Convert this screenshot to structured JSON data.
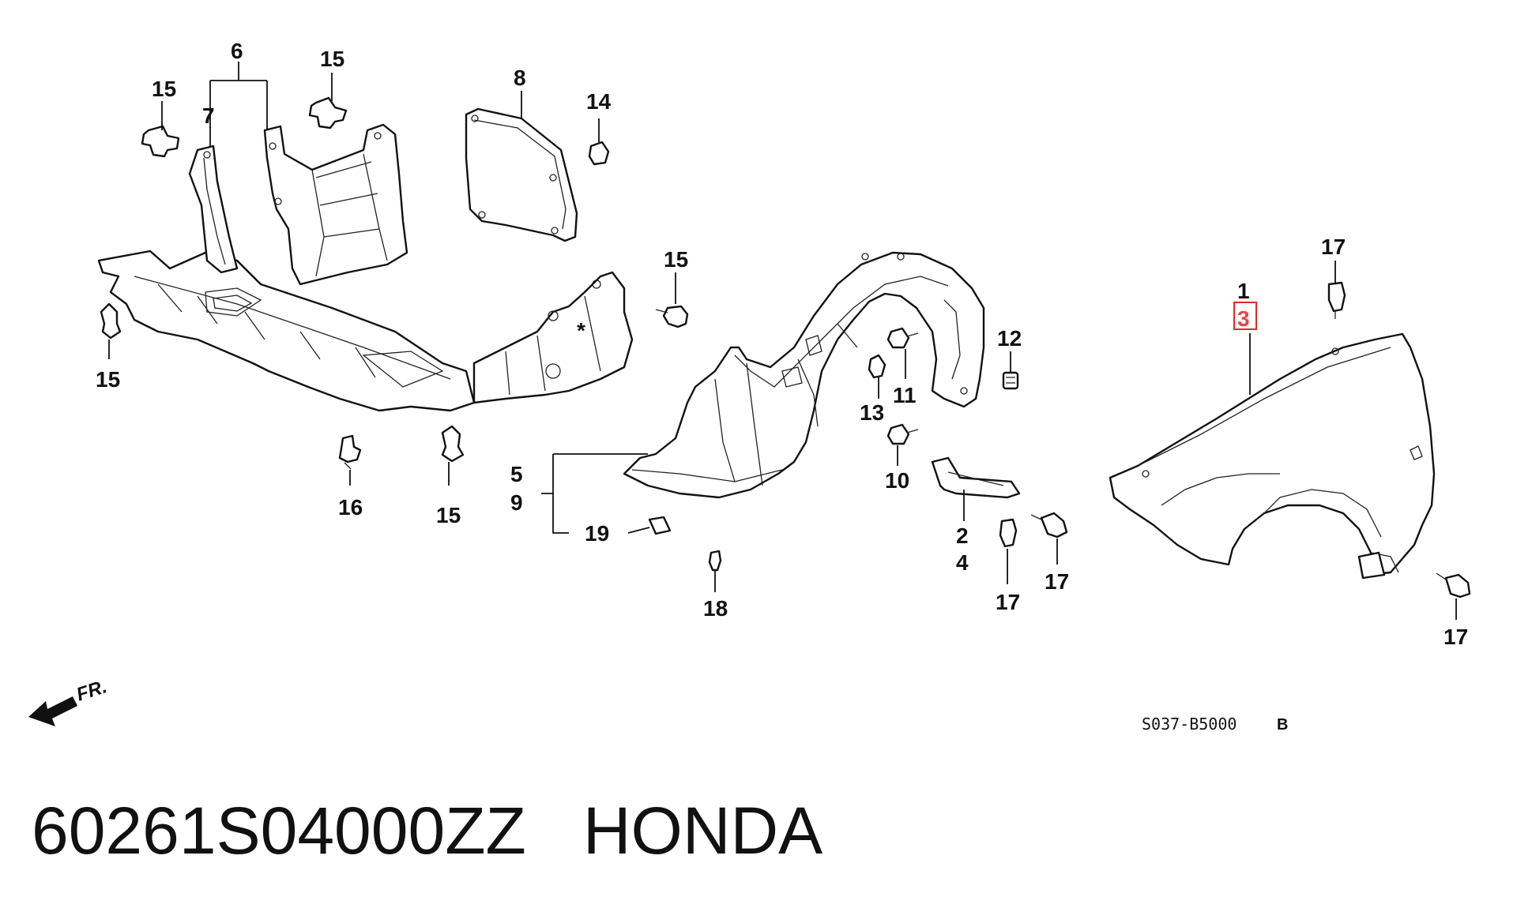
{
  "diagram": {
    "callouts": {
      "c1": "1",
      "c2": "2",
      "c3": "3",
      "c4": "4",
      "c5": "5",
      "c6": "6",
      "c7": "7",
      "c8": "8",
      "c9": "9",
      "c10": "10",
      "c11": "11",
      "c12": "12",
      "c13": "13",
      "c14": "14",
      "c15a": "15",
      "c15b": "15",
      "c15c": "15",
      "c15d": "15",
      "c15e": "15",
      "c16": "16",
      "c17a": "17",
      "c17b": "17",
      "c17c": "17",
      "c17d": "17",
      "c18": "18",
      "c19": "19"
    },
    "front_direction_label": "FR.",
    "asterisk": "*",
    "reference_code": "S037-B5000",
    "reference_suffix": "B",
    "highlight_color": "#e02a2a"
  },
  "caption": {
    "part_number": "60261S04000ZZ",
    "brand": "HONDA"
  }
}
